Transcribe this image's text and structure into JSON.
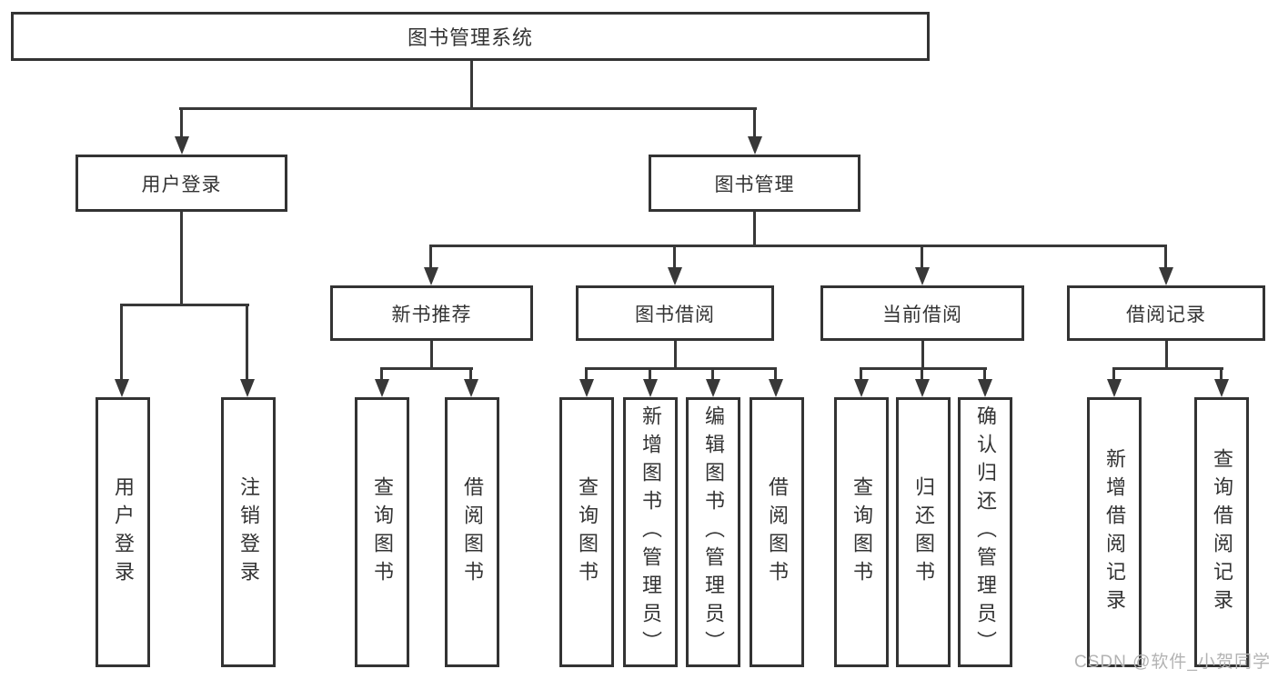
{
  "tree": {
    "root": {
      "label": "图书管理系统"
    },
    "branches": [
      {
        "label": "用户登录",
        "children": [
          {
            "label": "用户登录"
          },
          {
            "label": "注销登录"
          }
        ]
      },
      {
        "label": "图书管理",
        "groups": [
          {
            "label": "新书推荐",
            "children": [
              {
                "label": "查询图书"
              },
              {
                "label": "借阅图书"
              }
            ]
          },
          {
            "label": "图书借阅",
            "children": [
              {
                "label": "查询图书"
              },
              {
                "label": "新增图书（管理员）"
              },
              {
                "label": "编辑图书（管理员）"
              },
              {
                "label": "借阅图书"
              }
            ]
          },
          {
            "label": "当前借阅",
            "children": [
              {
                "label": "查询图书"
              },
              {
                "label": "归还图书"
              },
              {
                "label": "确认归还（管理员）"
              }
            ]
          },
          {
            "label": "借阅记录",
            "children": [
              {
                "label": "新增借阅记录"
              },
              {
                "label": "查询借阅记录"
              }
            ]
          }
        ]
      }
    ]
  },
  "watermark": {
    "text": "CSDN @软件_小贺同学"
  },
  "colors": {
    "line": "#383838",
    "border": "#333333",
    "text": "#333333",
    "watermark": "#b3b3b3",
    "background": "#ffffff"
  }
}
